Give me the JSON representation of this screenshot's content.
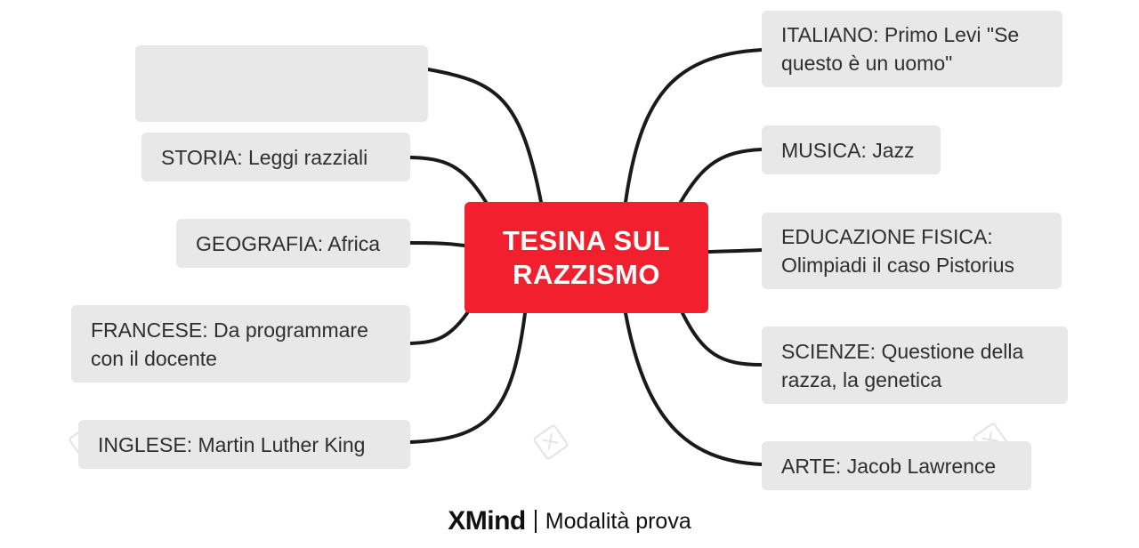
{
  "center": {
    "label": "TESINA SUL RAZZISMO"
  },
  "left_nodes": [
    {
      "id": "empty",
      "label": ""
    },
    {
      "id": "storia",
      "label": "STORIA: Leggi razziali"
    },
    {
      "id": "geografia",
      "label": "GEOGRAFIA: Africa"
    },
    {
      "id": "francese",
      "label": "FRANCESE: Da programmare con il docente"
    },
    {
      "id": "inglese",
      "label": "INGLESE: Martin Luther King"
    }
  ],
  "right_nodes": [
    {
      "id": "italiano",
      "label": "ITALIANO: Primo Levi \"Se questo è un uomo\""
    },
    {
      "id": "musica",
      "label": "MUSICA: Jazz"
    },
    {
      "id": "educazione-fisica",
      "label": "EDUCAZIONE FISICA: Olimpiadi il caso Pistorius"
    },
    {
      "id": "scienze",
      "label": "SCIENZE: Questione della razza, la genetica"
    },
    {
      "id": "arte",
      "label": "ARTE: Jacob Lawrence"
    }
  ],
  "footer": {
    "brand": "XMind",
    "mode": "Modalità prova"
  },
  "colors": {
    "center": "#f2202f",
    "node": "#e8e8e8",
    "connector": "#1a1a1a"
  }
}
